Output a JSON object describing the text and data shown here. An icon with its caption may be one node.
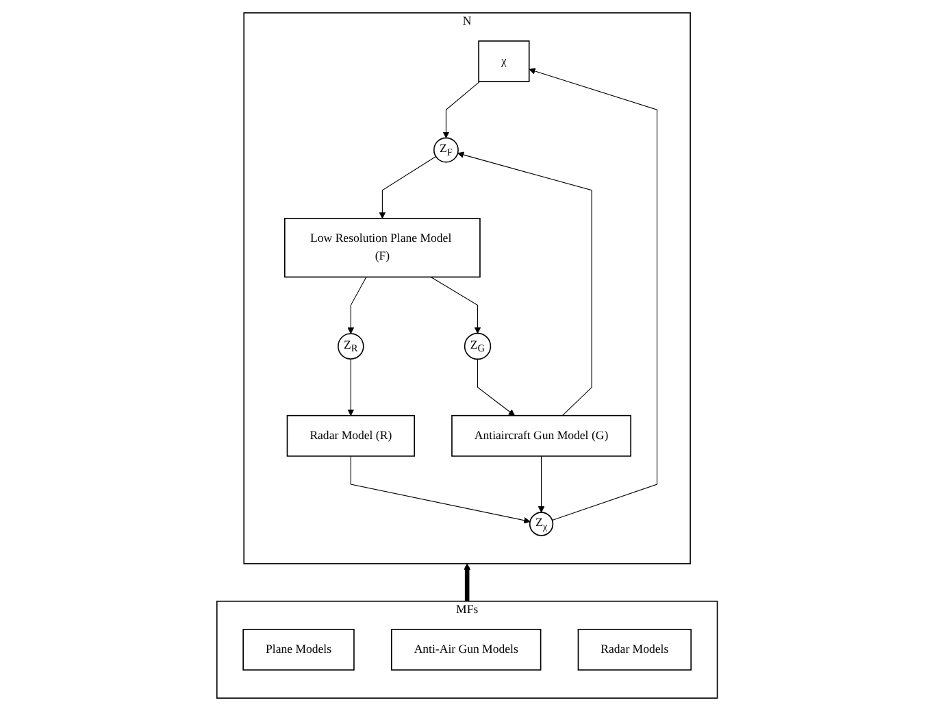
{
  "diagram": {
    "nodes": [
      {
        "text": [
          "N"
        ]
      },
      {
        "text": [
          "χ"
        ],
        "in": 0
      },
      {
        "text": [
          "Z$_{F}$"
        ],
        "in": 0
      },
      {
        "text": [
          "Antiaircraft Gun Model (G)"
        ],
        "in": 0
      },
      {
        "text": [
          "Z$_{χ}$"
        ],
        "in": 0
      },
      {
        "text": [
          "Z$_{G}$"
        ],
        "in": 0
      },
      {
        "text": [
          "Low Resolution Plane Model (F)"
        ],
        "in": 0
      },
      {
        "text": [
          "Z$_{R}$"
        ],
        "in": 0
      },
      {
        "text": [
          "Radar Model (R)"
        ],
        "in": 0
      },
      {
        "text": [
          "MFs"
        ]
      },
      {
        "text": [
          "Plane Models"
        ],
        "in": 9
      },
      {
        "text": [
          "Anti-Air Gun Models"
        ],
        "in": 9
      },
      {
        "text": [
          "Radar Models"
        ],
        "in": 9
      }
    ],
    "edges": [
      {
        "from": 1,
        "to": 2,
        "arrow": "to"
      },
      {
        "from": 3,
        "to": 2,
        "arrow": "to"
      },
      {
        "from": 3,
        "to": 4,
        "arrow": "to"
      },
      {
        "from": 5,
        "to": 3,
        "arrow": "to"
      },
      {
        "from": 4,
        "to": 1,
        "arrow": "to"
      },
      {
        "from": 8,
        "to": 4,
        "arrow": "to"
      },
      {
        "from": 2,
        "to": 6,
        "arrow": "to"
      },
      {
        "from": 6,
        "to": 7,
        "arrow": "to"
      },
      {
        "from": 6,
        "to": 5,
        "arrow": "to"
      },
      {
        "from": 7,
        "to": 8,
        "arrow": "to"
      },
      {
        "from": 9,
        "to": 0,
        "arrow": "to",
        "style": "thick"
      }
    ]
  }
}
